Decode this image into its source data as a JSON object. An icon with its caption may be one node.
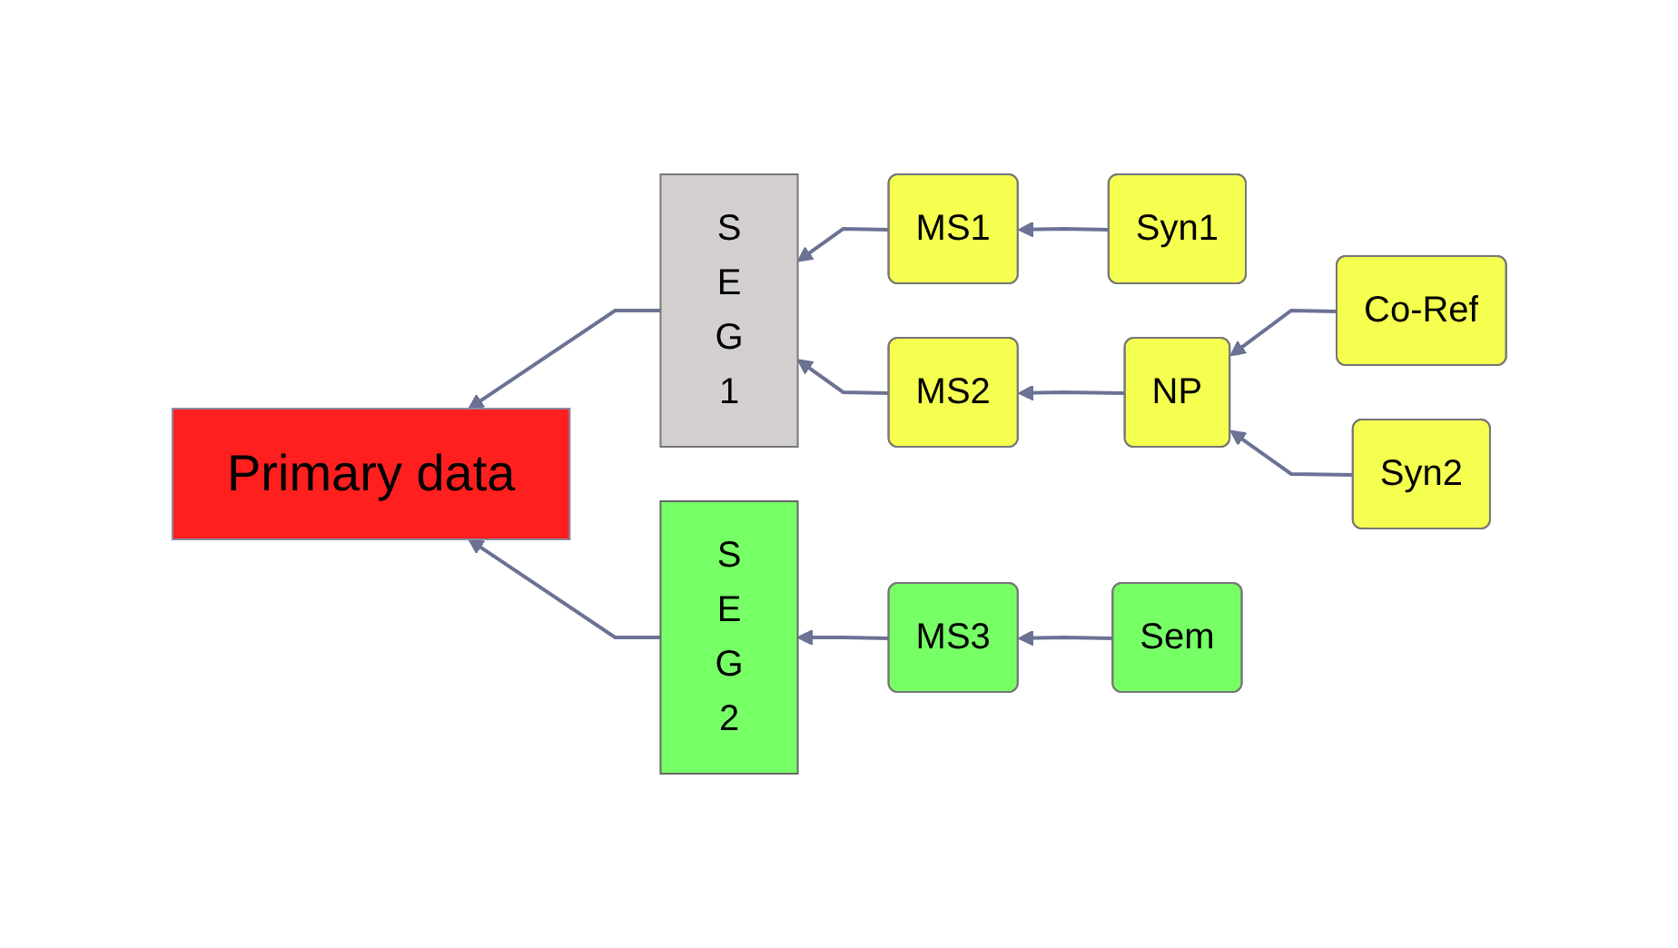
{
  "diagram": {
    "nodes": [
      {
        "text": [
          "S E G 1"
        ]
      },
      {
        "text": [
          "MS1"
        ]
      },
      {
        "text": [
          "Syn1"
        ]
      },
      {
        "text": [
          "Primary data"
        ]
      },
      {
        "text": [
          "MS2"
        ]
      },
      {
        "text": [
          "NP"
        ]
      },
      {
        "text": [
          "Co-Ref"
        ]
      },
      {
        "text": [
          "Syn2"
        ]
      },
      {
        "text": [
          "S E G 2"
        ]
      },
      {
        "text": [
          "MS3"
        ]
      },
      {
        "text": [
          "Sem"
        ]
      }
    ],
    "edges": [
      {
        "from": 2,
        "to": 1,
        "arrow": "to"
      },
      {
        "from": 1,
        "to": 0,
        "arrow": "to"
      },
      {
        "from": 6,
        "to": 5,
        "arrow": "to"
      },
      {
        "from": 5,
        "to": 4,
        "arrow": "to"
      },
      {
        "from": 4,
        "to": 0,
        "arrow": "to"
      },
      {
        "from": 0,
        "to": 3,
        "arrow": "to"
      },
      {
        "from": 7,
        "to": 5,
        "arrow": "to"
      },
      {
        "from": 10,
        "to": 9,
        "arrow": "to"
      },
      {
        "from": 9,
        "to": 8,
        "arrow": "to"
      },
      {
        "from": 8,
        "to": 3,
        "arrow": "to"
      }
    ]
  }
}
